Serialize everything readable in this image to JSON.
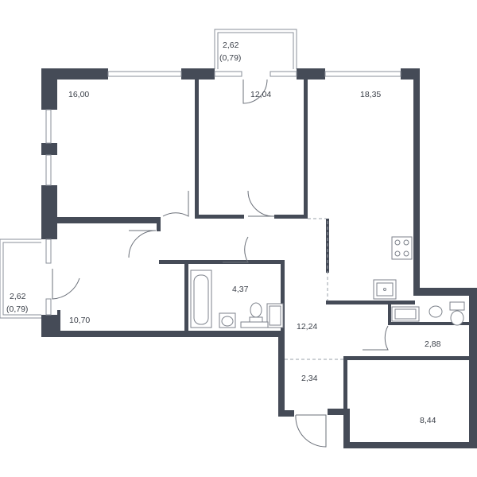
{
  "rooms": [
    {
      "id": "room-1",
      "area": "16,00"
    },
    {
      "id": "room-2",
      "area": "12,04"
    },
    {
      "id": "room-3",
      "area": "18,35"
    },
    {
      "id": "bathroom",
      "area": "4,37"
    },
    {
      "id": "bedroom-4",
      "area": "10,70"
    },
    {
      "id": "hall",
      "area": "12,24"
    },
    {
      "id": "wc",
      "area": "2,88"
    },
    {
      "id": "closet",
      "area": "2,34"
    },
    {
      "id": "room-5",
      "area": "8,44"
    }
  ],
  "balconies": [
    {
      "id": "balcony-top",
      "area": "2,62",
      "reduced": "(0,79)"
    },
    {
      "id": "balcony-left",
      "area": "2,62",
      "reduced": "(0,79)"
    }
  ],
  "colors": {
    "wall": "#454b57",
    "line": "#8a8f98",
    "text": "#3a3f48"
  }
}
